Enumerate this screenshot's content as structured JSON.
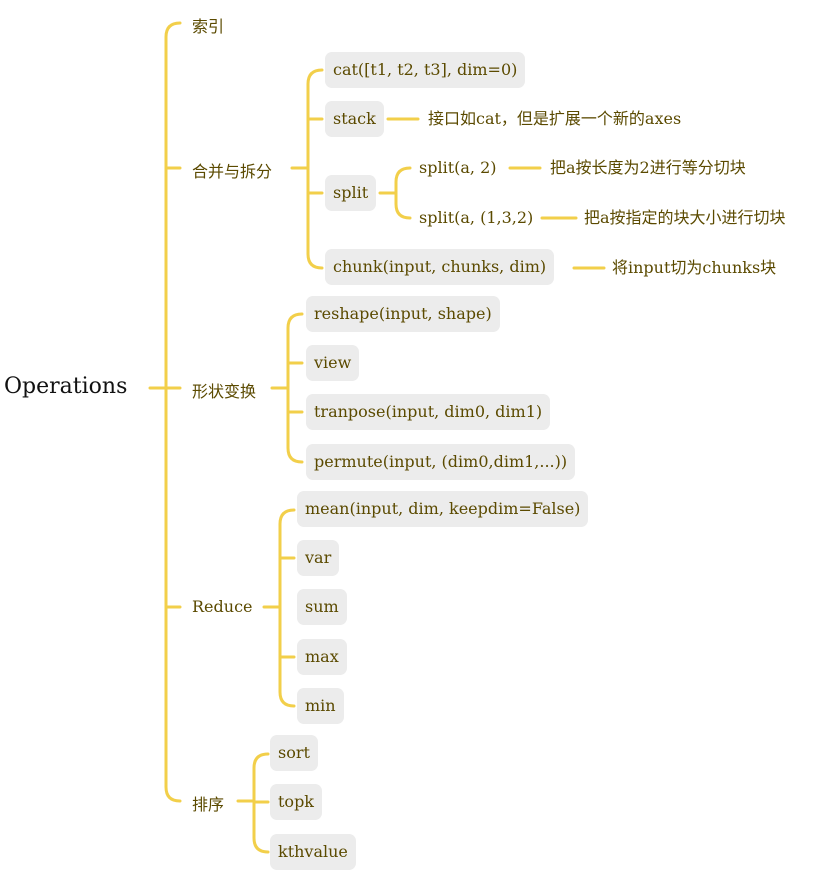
{
  "root": "Operations",
  "branches": {
    "index": {
      "label": "索引"
    },
    "merge_split": {
      "label": "合并与拆分",
      "cat": "cat([t1, t2, t3], dim=0)",
      "stack": "stack",
      "stack_note": "接口如cat，但是扩展一个新的axes",
      "split": "split",
      "split_a": "split(a, 2)",
      "split_a_note": "把a按长度为2进行等分切块",
      "split_b": "split(a, (1,3,2)",
      "split_b_note": "把a按指定的块大小进行切块",
      "chunk": "chunk(input, chunks, dim)",
      "chunk_note": "将input切为chunks块"
    },
    "reshape": {
      "label": "形状变换",
      "items": [
        "reshape(input, shape)",
        "view",
        "tranpose(input, dim0, dim1)",
        "permute(input, (dim0,dim1,...))"
      ]
    },
    "reduce": {
      "label": "Reduce",
      "items": [
        "mean(input, dim, keepdim=False)",
        "var",
        "sum",
        "max",
        "min"
      ]
    },
    "sort": {
      "label": "排序",
      "items": [
        "sort",
        "topk",
        "kthvalue"
      ]
    }
  },
  "colors": {
    "connector": "#F2CF4A",
    "pill_bg": "#ececec",
    "text": "#5b4a00"
  }
}
